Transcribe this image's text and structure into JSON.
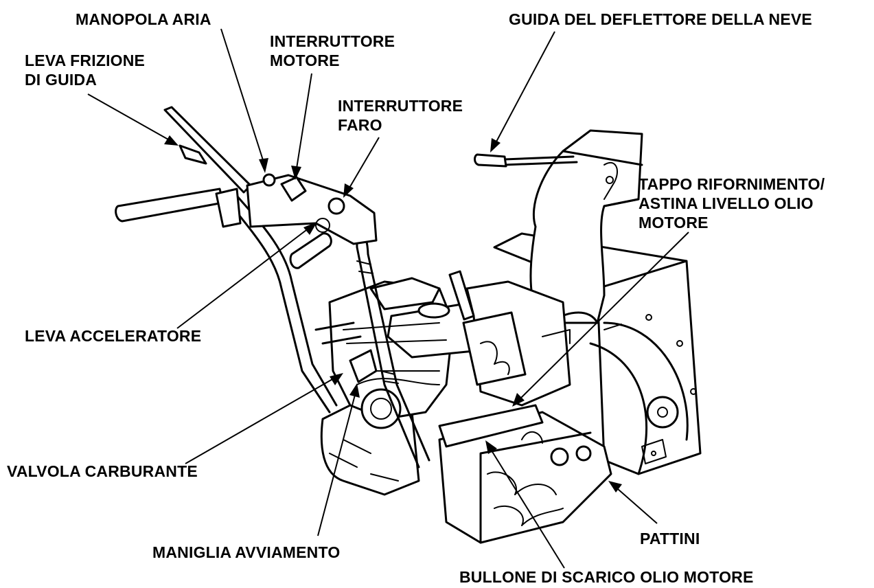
{
  "labels": {
    "manopola_aria": "MANOPOLA ARIA",
    "interruttore_motore": "INTERRUTTORE\nMOTORE",
    "leva_frizione": "LEVA FRIZIONE\nDI GUIDA",
    "interruttore_faro": "INTERRUTTORE\nFARO",
    "guida_deflettore": "GUIDA DEL DEFLETTORE DELLA NEVE",
    "tappo_rifornimento": "TAPPO RIFORNIMENTO/\nASTINA LIVELLO OLIO\nMOTORE",
    "leva_acceleratore": "LEVA ACCELERATORE",
    "valvola_carburante": "VALVOLA CARBURANTE",
    "maniglia_avviamento": "MANIGLIA AVVIAMENTO",
    "pattini": "PATTINI",
    "bullone_scarico": "BULLONE DI SCARICO OLIO MOTORE"
  }
}
